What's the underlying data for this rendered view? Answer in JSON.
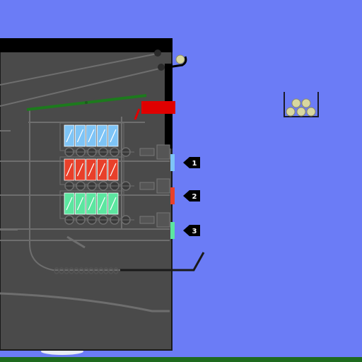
{
  "game": {
    "colors": {
      "sky": "#6b7cf6",
      "machine_body": "#4a4a4a",
      "machine_frame": "#000000",
      "rail": "#5c5c5c",
      "lever": "#1d7a1d",
      "red_box": "#e00000",
      "ground": "#1e6a1e"
    },
    "slots": [
      {
        "label": "1",
        "color": "#7ec4f6"
      },
      {
        "label": "2",
        "color": "#e8402a"
      },
      {
        "label": "3",
        "color": "#5ce6a0"
      }
    ],
    "shelves": [
      {
        "can_color": "#7ec4f6",
        "can_count": 5
      },
      {
        "can_color": "#e8402a",
        "can_count": 5
      },
      {
        "can_color": "#5ce6a0",
        "can_count": 5
      }
    ],
    "coin_tray": {
      "coin_count": 5
    }
  }
}
